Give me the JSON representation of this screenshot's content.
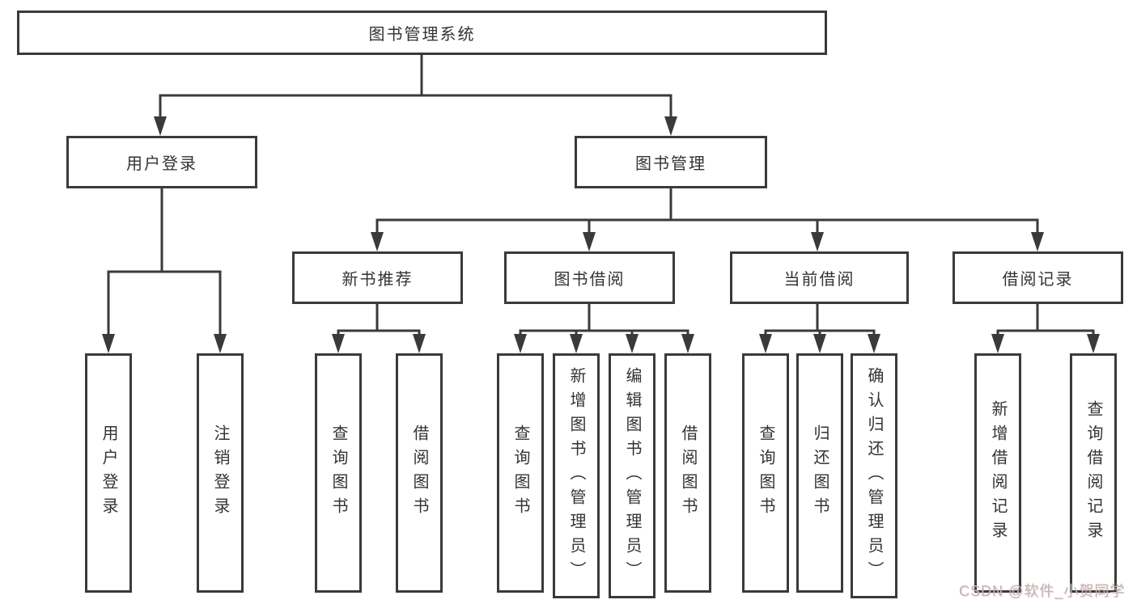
{
  "diagram": {
    "root": {
      "label": "图书管理系统"
    },
    "branches": [
      {
        "label": "用户登录",
        "children": [
          "用户登录",
          "注销登录"
        ]
      },
      {
        "label": "图书管理",
        "children": [
          {
            "label": "新书推荐",
            "children": [
              "查询图书",
              "借阅图书"
            ]
          },
          {
            "label": "图书借阅",
            "children": [
              "查询图书",
              "新增图书（管理员）",
              "编辑图书（管理员）",
              "借阅图书"
            ]
          },
          {
            "label": "当前借阅",
            "children": [
              "查询图书",
              "归还图书",
              "确认归还（管理员）"
            ]
          },
          {
            "label": "借阅记录",
            "children": [
              "新增借阅记录",
              "查询借阅记录"
            ]
          }
        ]
      }
    ]
  },
  "watermark": {
    "text": "CSDN @软件_小贺同学"
  },
  "colors": {
    "line": "#3a3a3a",
    "text": "#333333",
    "watermark": "#bababa",
    "background": "#ffffff"
  }
}
